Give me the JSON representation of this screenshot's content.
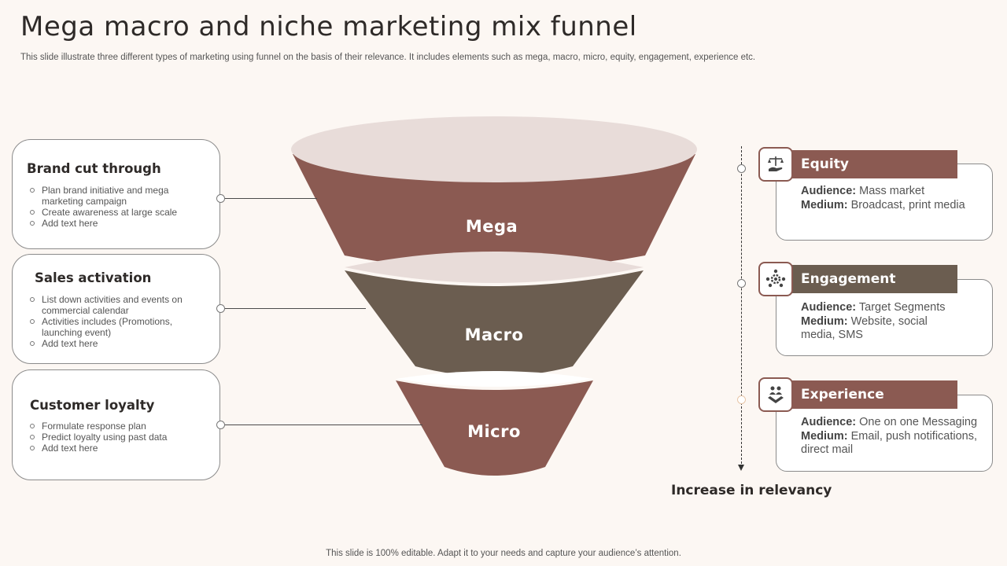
{
  "header": {
    "title": "Mega macro and niche marketing mix funnel",
    "subtitle": "This slide illustrate three different types of marketing using funnel on the basis of their relevance. It includes elements such as mega, macro, micro, equity, engagement, experience etc."
  },
  "left_cards": [
    {
      "title": "Brand cut through",
      "bullets": [
        "Plan brand initiative and mega marketing campaign",
        "Create awareness at large scale",
        "Add text here"
      ]
    },
    {
      "title": "Sales activation",
      "bullets": [
        "List down activities and events on commercial calendar",
        "Activities includes (Promotions, launching event)",
        "Add text here"
      ]
    },
    {
      "title": "Customer loyalty",
      "bullets": [
        "Formulate response plan",
        "Predict loyalty using past data",
        "Add text here"
      ]
    }
  ],
  "funnel": {
    "segments": [
      "Mega",
      "Macro",
      "Micro"
    ],
    "colors": {
      "mega": "#8b5a52",
      "macro": "#6b5d50",
      "micro": "#8b5a52",
      "rim": "#e8dcd9"
    }
  },
  "right_cards": [
    {
      "title": "Equity",
      "icon": "scales-hand-icon",
      "audience_label": "Audience:",
      "audience": "Mass market",
      "medium_label": "Medium:",
      "medium": "Broadcast, print media",
      "color": "#8b5a52"
    },
    {
      "title": "Engagement",
      "icon": "team-gear-icon",
      "audience_label": "Audience:",
      "audience": "Target Segments",
      "medium_label": "Medium:",
      "medium": "Website, social media, SMS",
      "color": "#6b5d50"
    },
    {
      "title": "Experience",
      "icon": "people-hand-icon",
      "audience_label": "Audience:",
      "audience": "One on one Messaging",
      "medium_label": "Medium:",
      "medium": "Email, push notifications, direct mail",
      "color": "#8b5a52"
    }
  ],
  "axis_label": "Increase in relevancy",
  "footer": "This slide is 100% editable. Adapt it to your needs and capture your audience’s attention."
}
